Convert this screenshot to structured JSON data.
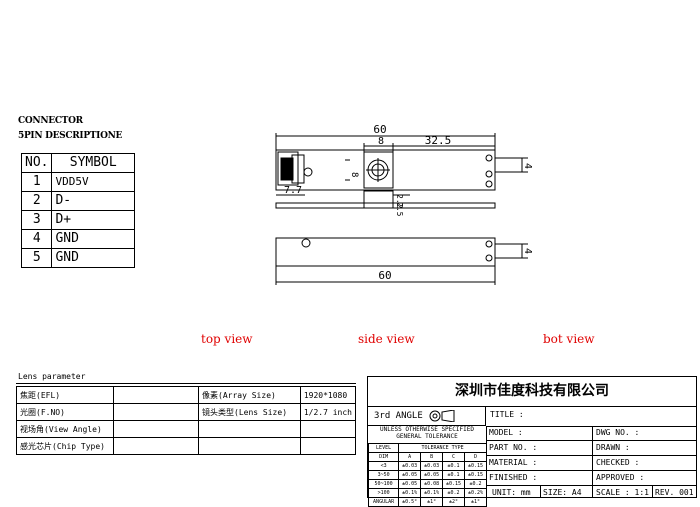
{
  "connector": {
    "title": "CONNECTOR",
    "subtitle": "5PIN DESCRIPTIONE",
    "header_no": "NO.",
    "header_symbol": "SYMBOL",
    "pins": [
      {
        "no": "1",
        "symbol": "VDD5V"
      },
      {
        "no": "2",
        "symbol": "D-"
      },
      {
        "no": "3",
        "symbol": "D+"
      },
      {
        "no": "4",
        "symbol": "GND"
      },
      {
        "no": "5",
        "symbol": "GND"
      }
    ]
  },
  "dimensions": {
    "top_width": "60",
    "top_offset": "8",
    "top_right": "32.5",
    "top_height_left": "8",
    "top_left_bottom": "7.7",
    "top_right_height": "4",
    "side_height_a": "2.2",
    "side_height_b": "2.5",
    "bot_width": "60",
    "bot_right_height": "4"
  },
  "views": {
    "top": "top view",
    "side": "side view",
    "bot": "bot view"
  },
  "lens": {
    "title": "Lens parameter",
    "rows": [
      {
        "label": "焦距(EFL)",
        "value": "",
        "label2": "像素(Array Size)",
        "value2": "1920*1080"
      },
      {
        "label": "光圈(F.NO)",
        "value": "",
        "label2": "镜头类型(Lens Size)",
        "value2": "1/2.7 inch"
      },
      {
        "label": "视场角(View Angle)",
        "value": "",
        "label2": "",
        "value2": ""
      },
      {
        "label": "感光芯片(Chip Type)",
        "value": "",
        "label2": "",
        "value2": ""
      }
    ]
  },
  "titleblock": {
    "company": "深圳市佳度科技有限公司",
    "angle": "3rd ANGLE",
    "tolerance_note": "UNLESS OTHERWISE SPECIFIED",
    "tolerance_general": "GENERAL TOLERANCE",
    "tolerance_type": "TOLERANCE TYPE",
    "level": "LEVEL",
    "dim": "DIM",
    "cols": [
      "A",
      "B",
      "C",
      "D"
    ],
    "tol_rows": [
      {
        "dim": "<3",
        "vals": [
          "±0.03",
          "±0.03",
          "±0.1",
          "±0.15"
        ]
      },
      {
        "dim": "3~50",
        "vals": [
          "±0.05",
          "±0.05",
          "±0.1",
          "±0.15"
        ]
      },
      {
        "dim": "50~100",
        "vals": [
          "±0.05",
          "±0.08",
          "±0.15",
          "±0.2"
        ]
      },
      {
        "dim": ">100",
        "vals": [
          "±0.1%",
          "±0.1%",
          "±0.2",
          "±0.2%"
        ]
      },
      {
        "dim": "ANGULAR",
        "vals": [
          "±0.5°",
          "±1°",
          "±2°",
          "±1°"
        ]
      }
    ],
    "title": "TITLE :",
    "model": "MODEL :",
    "part_no": "PART NO. :",
    "material": "MATERIAL :",
    "finished": "FINISHED :",
    "dwg_no": "DWG NO. :",
    "drawn": "DRAWN :",
    "checked": "CHECKED :",
    "approved": "APPROVED :",
    "unit": "UNIT: mm",
    "size": "SIZE: A4",
    "scale": "SCALE : 1:1",
    "rev": "REV. 001"
  }
}
